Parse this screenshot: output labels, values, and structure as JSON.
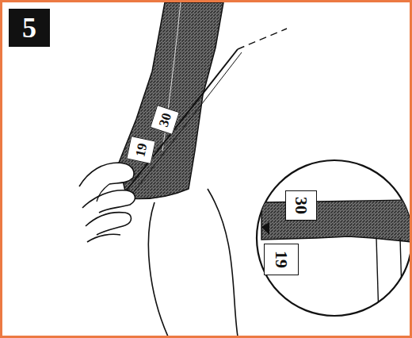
{
  "diagram": {
    "nodes": [
      {
        "text": [
          "5"
        ]
      },
      {
        "text": [
          "30"
        ]
      },
      {
        "text": [
          "19"
        ]
      },
      {
        "text": [
          "30"
        ]
      },
      {
        "text": [
          "19"
        ]
      }
    ]
  }
}
